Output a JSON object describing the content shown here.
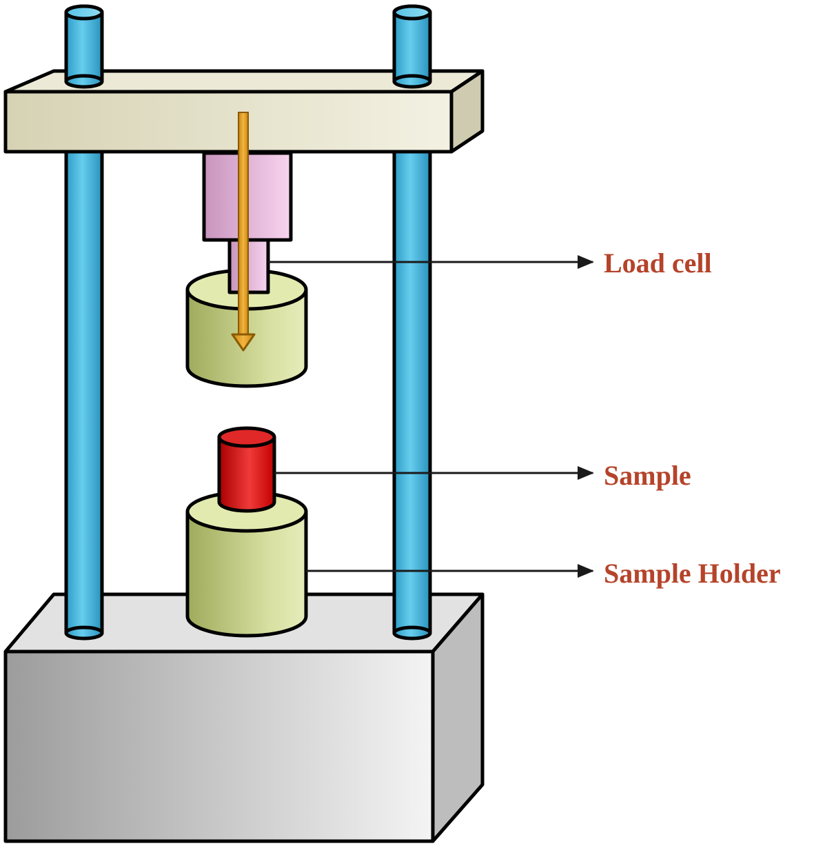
{
  "labels": {
    "load_cell": "Load cell",
    "sample": "Sample",
    "sample_holder": "Sample Holder"
  },
  "colors": {
    "label_text": "#b5432a",
    "rod": "#3fb3d9",
    "crossbar": "#e2dfc8",
    "load_cell_housing": "#e7b8de",
    "platen": "#c7d28a",
    "sample": "#d41414",
    "base": "#cfcfcf",
    "force_arrow": "#e0a020"
  },
  "icons": {
    "force_arrow": "down-arrow-icon"
  }
}
